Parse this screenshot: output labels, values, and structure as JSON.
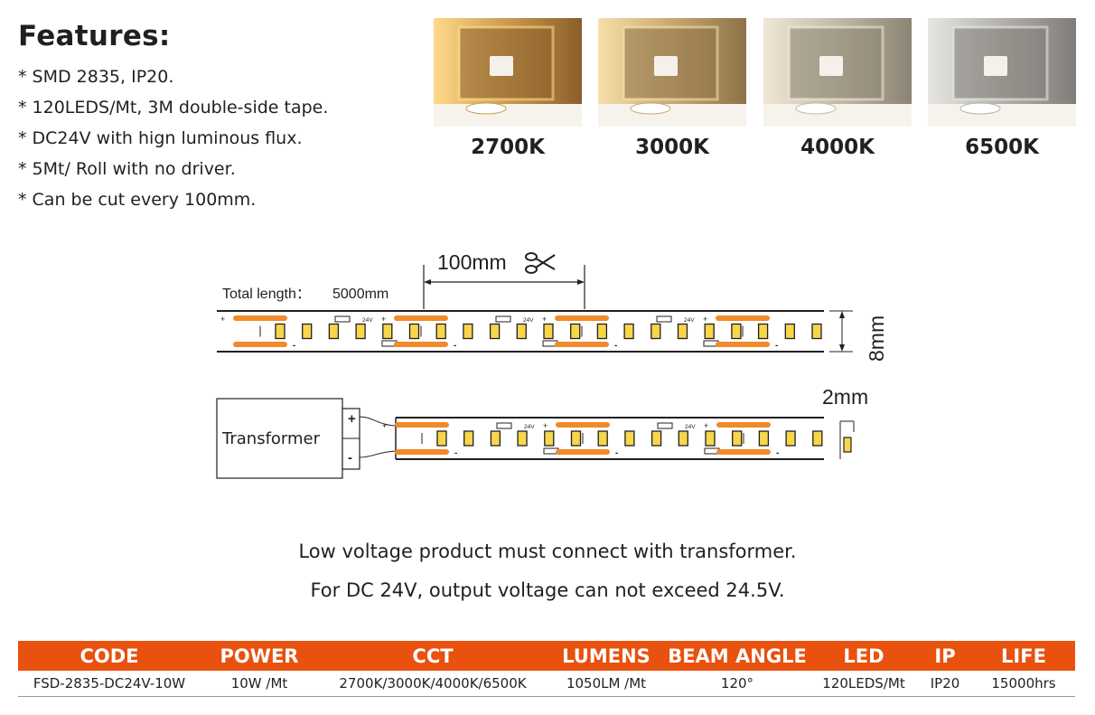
{
  "heading": "Features:",
  "features": [
    "* SMD 2835, IP20.",
    "* 120LEDS/Mt, 3M double-side tape.",
    "* DC24V with hign luminous flux.",
    "* 5Mt/ Roll with no driver.",
    "* Can be cut every 100mm."
  ],
  "cct_options": [
    {
      "label": "2700K",
      "wall": "#c99a4e",
      "glow": "#ffd98a",
      "bg": "#8a5e2a"
    },
    {
      "label": "3000K",
      "wall": "#c8a872",
      "glow": "#f6dfa8",
      "bg": "#8d7148"
    },
    {
      "label": "4000K",
      "wall": "#c2b9a6",
      "glow": "#efe7d4",
      "bg": "#8b8373"
    },
    {
      "label": "6500K",
      "wall": "#b3b0aa",
      "glow": "#e6e6e2",
      "bg": "#807d78"
    }
  ],
  "diagram": {
    "cut_label": "100mm",
    "total_length_label": "Total length：",
    "total_length_value": "5000mm",
    "width_label": "8mm",
    "thickness_label": "2mm",
    "transformer_label": "Transformer",
    "plus": "+",
    "minus": "-",
    "voltage": "24V"
  },
  "notes": [
    "Low voltage product must connect with transformer.",
    "For DC 24V, output voltage can not exceed 24.5V."
  ],
  "spec_table": {
    "headers": [
      "CODE",
      "POWER",
      "CCT",
      "LUMENS",
      "BEAM ANGLE",
      "LED",
      "IP",
      "LIFE"
    ],
    "rows": [
      [
        "FSD-2835-DC24V-10W",
        "10W /Mt",
        "2700K/3000K/4000K/6500K",
        "1050LM /Mt",
        "120°",
        "120LEDS/Mt",
        "IP20",
        "15000hrs"
      ]
    ]
  },
  "colors": {
    "accent": "#e8510e",
    "orange_pad": "#f08a2a",
    "led_yellow": "#f7d64a",
    "text": "#231f20"
  }
}
